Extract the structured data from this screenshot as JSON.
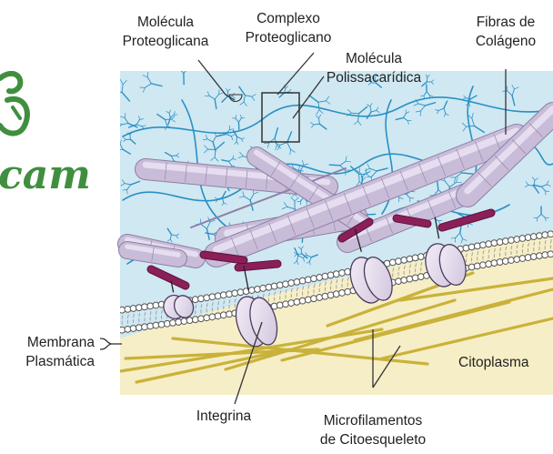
{
  "labels": {
    "proteoglycan_molecule": {
      "line1": "Molécula",
      "line2": "Proteoglicana"
    },
    "proteoglycan_complex": {
      "line1": "Complexo",
      "line2": "Proteoglicano"
    },
    "polysaccharide_molecule": {
      "line1": "Molécula",
      "line2": "Polissacarídica"
    },
    "collagen_fibers": {
      "line1": "Fibras de",
      "line2": "Colágeno"
    },
    "plasma_membrane": {
      "line1": "Membrana",
      "line2": "Plasmática"
    },
    "cytoplasm": "Citoplasma",
    "integrin": "Integrina",
    "microfilaments": {
      "line1": "Microfilamentos",
      "line2": "de Citoesqueleto"
    }
  },
  "brand": {
    "text": "cam"
  },
  "colors": {
    "extracellular_matrix": "#cfe8f2",
    "cytoplasm": "#f6eec6",
    "collagen": "#c9bcd8",
    "fibronectin": "#8b1f5a",
    "integrin": "#e4dbeb",
    "proteoglycan": "#2a8fc4",
    "microfilament": "#c9b23a",
    "brand": "#3f8f3f"
  }
}
